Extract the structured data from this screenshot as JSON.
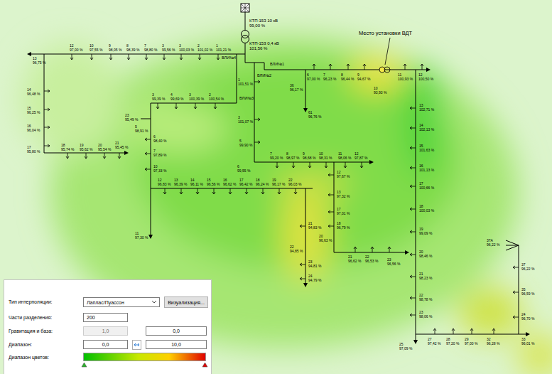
{
  "diagram": {
    "nodes": [
      {
        "text": [
          "Лаплас/Пуассон"
        ]
      },
      {
        "text": [
          "Визуализация..."
        ]
      },
      {
        "text": [
          "200"
        ]
      },
      {
        "text": [
          "1,0"
        ]
      },
      {
        "text": [
          "0,0"
        ]
      },
      {
        "text": [
          "0,0"
        ]
      },
      {
        "text": [
          "10,0"
        ]
      }
    ],
    "labels": [
      "КТП-153 10 кВ",
      "99,00 %",
      "КТП-153 0,4 кВ",
      "101,56 %",
      "ВЛИ№4",
      "ВЛИ№3",
      "ВЛИ№2",
      "ВЛИ№1",
      "Место установки ВДТ",
      "Тип интерполяции:",
      "Части разделения:",
      "Гравитация и база:",
      "Диапазон:",
      "Диапазон цветов:",
      "13",
      "96,75 %",
      "12",
      "97,00 %",
      "10",
      "97,55 %",
      "9",
      "98,05 %",
      "8",
      "98,39 %",
      "7",
      "98,80 %",
      "3",
      "99,56 %",
      "3",
      "100,03 %",
      "2",
      "101,02 %",
      "1",
      "101,21 %",
      "14",
      "96,48 %",
      "15",
      "96,25 %",
      "16",
      "96,04 %",
      "17",
      "95,80 %",
      "18",
      "95,74 %",
      "19",
      "95,62 %",
      "20",
      "95,54 %",
      "21",
      "95,45 %",
      "23",
      "95,49 %",
      "3",
      "99,39 %",
      "4",
      "99,69 %",
      "3",
      "100,39 %",
      "2",
      "100,54 %",
      "5",
      "98,91 %",
      "6",
      "98,40 %",
      "7",
      "97,89 %",
      "10",
      "97,33 %",
      "11",
      "97,30 %",
      "12",
      "96,83 %",
      "13",
      "96,39 %",
      "14",
      "96,11 %",
      "15",
      "96,56 %",
      "16",
      "96,62 %",
      "17",
      "96,42 %",
      "18",
      "96,24 %",
      "19",
      "96,17 %",
      "22",
      "96,03 %",
      "21",
      "94,83 %",
      "22",
      "94,85 %",
      "23",
      "94,81 %",
      "24",
      "94,79 %",
      "1",
      "101,51 %",
      "3",
      "101,07 %",
      "5",
      "99,90 %",
      "6",
      "99,55 %",
      "7",
      "99,20 %",
      "8",
      "98,97 %",
      "9",
      "98,68 %",
      "10",
      "98,31 %",
      "11",
      "98,06 %",
      "12",
      "97,87 %",
      "12",
      "97,67 %",
      "13",
      "97,32 %",
      "17",
      "97,01 %",
      "18",
      "96,79 %",
      "20",
      "96,63 %",
      "21",
      "96,62 %",
      "22",
      "96,53 %",
      "23",
      "96,56 %",
      "6",
      "97,00 %",
      "7",
      "96,23 %",
      "36",
      "96,17 %",
      "61",
      "96,76 %",
      "8",
      "96,44 %",
      "9",
      "94,67 %",
      "10",
      "93,93 %",
      "11",
      "100,93 %",
      "12",
      "100,50 %",
      "13",
      "102,71 %",
      "14",
      "102,13 %",
      "15",
      "101,63 %",
      "16",
      "101,13 %",
      "17",
      "100,66 %",
      "18",
      "100,03 %",
      "19",
      "99,09 %",
      "20",
      "98,46 %",
      "21",
      "98,23 %",
      "22",
      "98,78 %",
      "23",
      "98,06 %",
      "25",
      "97,09 %",
      "27",
      "97,42 %",
      "28",
      "97,20 %",
      "29",
      "97,00 %",
      "32",
      "96,28 %",
      "33",
      "96,01 %",
      "24",
      "96,70 %",
      "35",
      "96,59 %",
      "37",
      "96,22 %",
      "37A",
      "96,22 %"
    ]
  }
}
